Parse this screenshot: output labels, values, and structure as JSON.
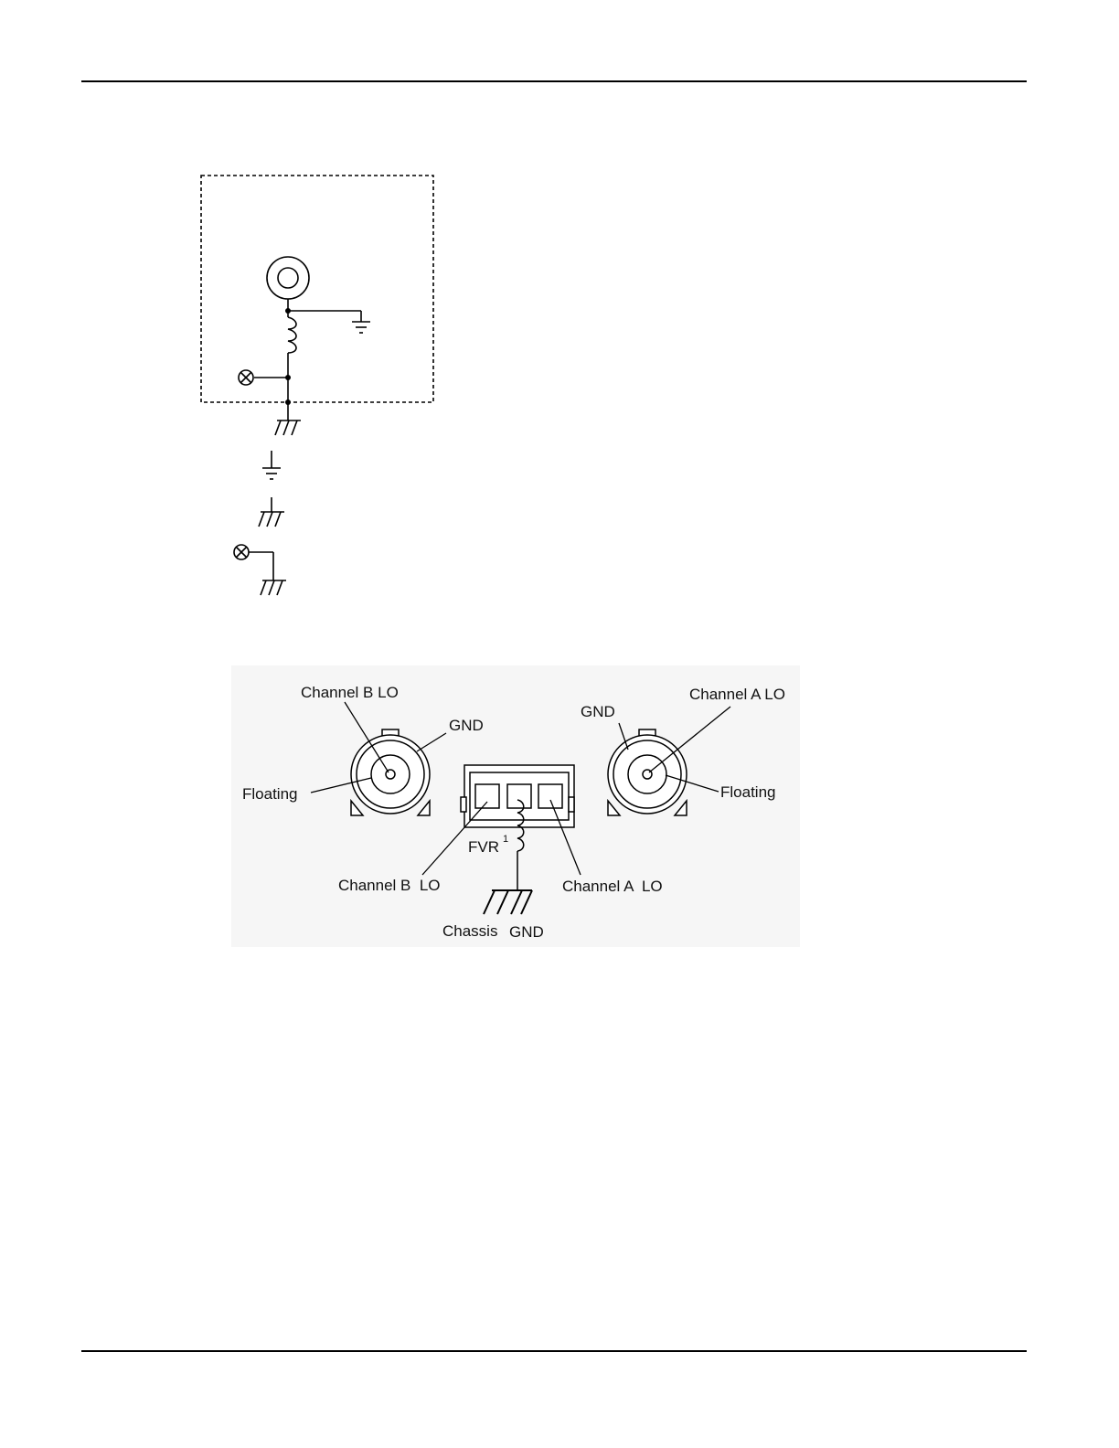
{
  "connector_diagram": {
    "labels": {
      "channel_b_lo_top": "Channel B LO",
      "gnd_left": "GND",
      "floating_left": "Floating",
      "gnd_right": "GND",
      "channel_a_lo_top": "Channel A LO",
      "floating_right": "Floating",
      "fvr": "FVR",
      "fvr_superscript": "1",
      "channel_b_lo_bottom": "Channel B  LO",
      "channel_a_lo_bottom": "Channel A  LO",
      "chassis": "Chassis",
      "gnd_bottom": "GND"
    }
  }
}
